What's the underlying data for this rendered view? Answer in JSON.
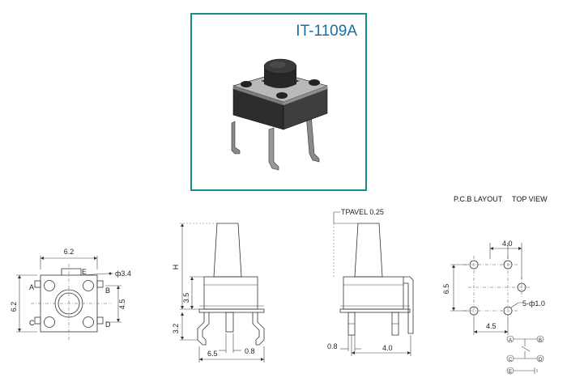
{
  "product": {
    "part_number": "IT-1109A",
    "accent_color": "#1a6fa0",
    "frame_color": "#1b8a8a"
  },
  "top_view": {
    "width_label": "6.2",
    "height_label": "6.2",
    "pitch_label": "4.5",
    "cap_label": "ф3.4",
    "pins": [
      "A",
      "B",
      "C",
      "D",
      "E"
    ]
  },
  "front_view": {
    "height_label": "H",
    "body_label": "3.5",
    "lead_label": "3.2",
    "width_label": "6.5",
    "lead_width_label": "0.8"
  },
  "side_view": {
    "travel_label": "TPAVEL 0.25",
    "lead_width_label": "0.8",
    "pitch_label": "4.0"
  },
  "pcb": {
    "title": "P.C.B LAYOUT",
    "view_label": "TOP VIEW",
    "top_label": "4.0",
    "left_label": "6.5",
    "bottom_label": "4.5",
    "hole_label": "5-ф1.0",
    "circuit_nodes": [
      "A",
      "B",
      "C",
      "D",
      "E"
    ]
  }
}
